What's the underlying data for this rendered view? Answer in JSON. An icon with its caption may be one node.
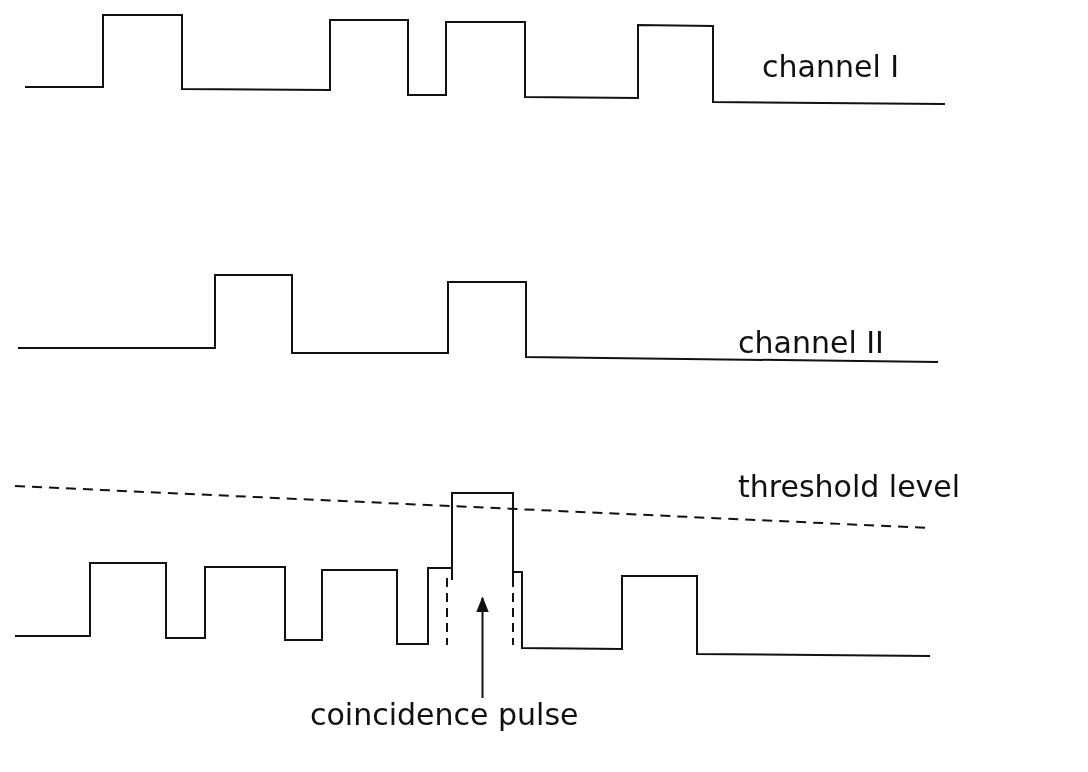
{
  "diagram": {
    "nodes": [
      {
        "text": [
          "coincidence pulse"
        ]
      },
      {
        "text": [],
        "shape": "bar"
      }
    ],
    "edges": [
      {
        "from": 0,
        "to": 1,
        "arrow": "to"
      }
    ],
    "labels": [
      "channel I",
      "channel II",
      "threshold level"
    ]
  }
}
